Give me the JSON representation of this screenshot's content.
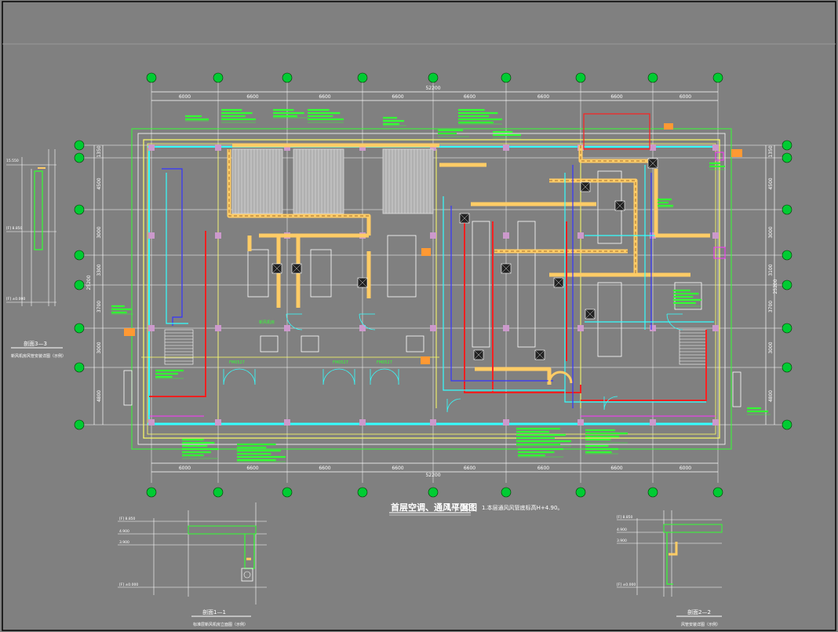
{
  "drawing": {
    "colors": {
      "background": "#808080",
      "grid": "#ffffff",
      "wall": "#ffff66",
      "duct_supply": "#ffcc66",
      "duct_exhaust": "#ff2020",
      "pipe_cyan": "#33ffff",
      "pipe_blue": "#3333ff",
      "axis_bubble": "#00cc33",
      "annotation_green": "#33ff33",
      "magenta": "#ff33ff",
      "orange_tag": "#ff9933"
    },
    "top_overall_dim": "52200",
    "bottom_overall_dim": "52200",
    "top_dims": [
      "6000",
      "6600",
      "6600",
      "6600",
      "6600",
      "6600",
      "6600",
      "6000"
    ],
    "bottom_dims": [
      "6000",
      "6600",
      "6600",
      "6600",
      "6600",
      "6600",
      "6600",
      "6000"
    ],
    "left_dims": [
      "1350",
      "4500",
      "3000",
      "3300",
      "3700",
      "3000",
      "4800"
    ],
    "left_overall_dim": "25200",
    "right_dims": [
      "1350",
      "4500",
      "3000",
      "3100",
      "3700",
      "3000",
      "4800"
    ],
    "right_overall_dim": "25200",
    "title_main": "首层空调、通风平面图",
    "title_scale": "1:100",
    "note": "1.本层通风风管底标高H+4.90。",
    "room_labels": [
      "新风机房",
      "FM0527",
      "FM0527",
      "FM0527"
    ],
    "section_1": {
      "title": "剖面1—1",
      "subtitle": "标准层新风机房立面图（示例）",
      "levels": [
        "[F] 8.850",
        "4.900",
        "3.900",
        "[F] ±0.000"
      ]
    },
    "section_2": {
      "title": "剖面2—2",
      "subtitle": "风管安装详图（示例）",
      "levels": [
        "[F] 8.850",
        "4.900",
        "3.900",
        "[F] ±0.000"
      ]
    },
    "section_3": {
      "title": "剖面3—3",
      "subtitle": "新风机房风管安装详图（示例）",
      "levels": [
        "15.550",
        "[F] 8.850",
        "[F] ±0.000"
      ]
    }
  }
}
